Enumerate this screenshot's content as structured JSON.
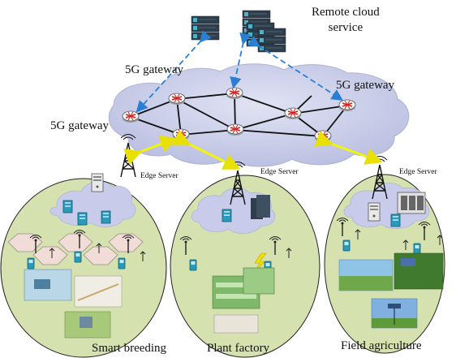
{
  "labels": {
    "cloud_service": "Remote cloud\nservice",
    "gateway_top": "5G gateway",
    "gateway_right": "5G gateway",
    "gateway_left": "5G gateway",
    "edge_server_left": "Edge Server",
    "edge_server_mid": "Edge Server",
    "edge_server_right": "Edge Server",
    "cluster_left": "Smart breeding",
    "cluster_mid": "Plant factory",
    "cluster_right": "Field agriculture"
  },
  "colors": {
    "dashed_link": "#2a7fd4",
    "edge_link": "#f4f40a",
    "cloud_fill": "#ccd0ea",
    "cluster_fill": "#d5e2b0",
    "hex_fill": "#f2dcd8",
    "router_fill": "#ffffff",
    "router_cross": "#d42020",
    "server_rack": "#2f3e4c"
  },
  "icons": [
    "router-icon",
    "server-rack-icon",
    "edge-server-icon",
    "tower-icon",
    "wifi-antenna-icon",
    "sensor-device-icon",
    "thunder-icon"
  ]
}
